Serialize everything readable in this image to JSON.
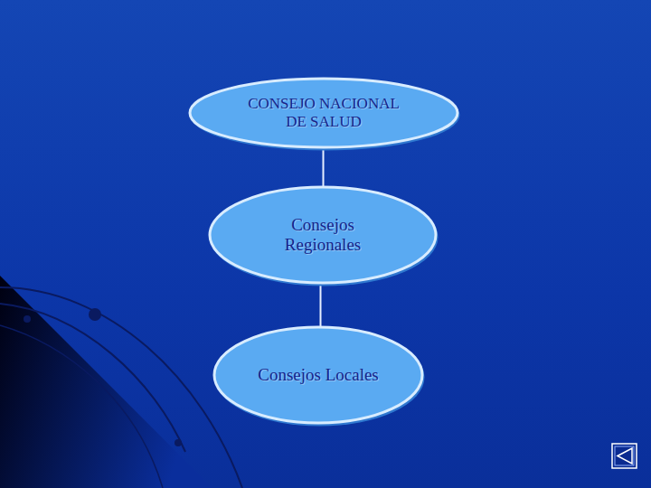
{
  "diagram": {
    "nodes": [
      {
        "text": [
          "CONSEJO NACIONAL DE SALUD"
        ]
      },
      {
        "text": [
          "Consejos Regionales"
        ]
      },
      {
        "text": [
          "Consejos Locales"
        ]
      }
    ],
    "edges": [
      {
        "from": 0,
        "to": 1,
        "arrow": "none"
      },
      {
        "from": 1,
        "to": 2,
        "arrow": "none"
      }
    ]
  }
}
